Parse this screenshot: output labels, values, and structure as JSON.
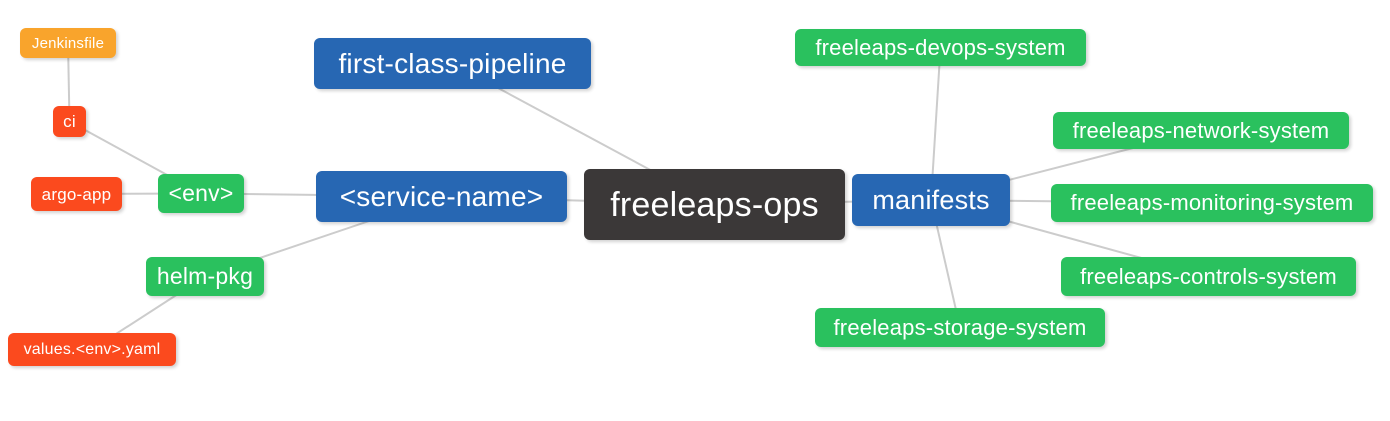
{
  "palette": {
    "blue": "#2767B3",
    "green": "#2AC15E",
    "orange": "#F9A42C",
    "red": "#FB4A1E",
    "dark": "#3B3838",
    "edge": "#CCCCCC",
    "node_text": "#FFFFFF",
    "background": "#FFFFFF"
  },
  "diagram": {
    "type": "mindmap",
    "root": "freeleaps-ops",
    "nodes": [
      {
        "id": "jenkinsfile",
        "label": "Jenkinsfile",
        "color": "orange"
      },
      {
        "id": "ci",
        "label": "ci",
        "color": "red"
      },
      {
        "id": "argo-app",
        "label": "argo-app",
        "color": "red"
      },
      {
        "id": "env",
        "label": "<env>",
        "color": "green"
      },
      {
        "id": "first-class-pipeline",
        "label": "first-class-pipeline",
        "color": "blue"
      },
      {
        "id": "service-name",
        "label": "<service-name>",
        "color": "blue"
      },
      {
        "id": "helm-pkg",
        "label": "helm-pkg",
        "color": "green"
      },
      {
        "id": "values-env-yaml",
        "label": "values.<env>.yaml",
        "color": "red"
      },
      {
        "id": "freeleaps-ops",
        "label": "freeleaps-ops",
        "color": "dark"
      },
      {
        "id": "manifests",
        "label": "manifests",
        "color": "blue"
      },
      {
        "id": "freeleaps-devops-system",
        "label": "freeleaps-devops-system",
        "color": "green"
      },
      {
        "id": "freeleaps-network-system",
        "label": "freeleaps-network-system",
        "color": "green"
      },
      {
        "id": "freeleaps-monitoring-system",
        "label": "freeleaps-monitoring-system",
        "color": "green"
      },
      {
        "id": "freeleaps-controls-system",
        "label": "freeleaps-controls-system",
        "color": "green"
      },
      {
        "id": "freeleaps-storage-system",
        "label": "freeleaps-storage-system",
        "color": "green"
      }
    ],
    "edges": [
      {
        "from": "jenkinsfile",
        "to": "ci"
      },
      {
        "from": "ci",
        "to": "env"
      },
      {
        "from": "argo-app",
        "to": "env"
      },
      {
        "from": "env",
        "to": "service-name"
      },
      {
        "from": "helm-pkg",
        "to": "service-name"
      },
      {
        "from": "values-env-yaml",
        "to": "helm-pkg"
      },
      {
        "from": "first-class-pipeline",
        "to": "freeleaps-ops"
      },
      {
        "from": "service-name",
        "to": "freeleaps-ops"
      },
      {
        "from": "freeleaps-ops",
        "to": "manifests"
      },
      {
        "from": "manifests",
        "to": "freeleaps-devops-system"
      },
      {
        "from": "manifests",
        "to": "freeleaps-network-system"
      },
      {
        "from": "manifests",
        "to": "freeleaps-monitoring-system"
      },
      {
        "from": "manifests",
        "to": "freeleaps-controls-system"
      },
      {
        "from": "manifests",
        "to": "freeleaps-storage-system"
      }
    ]
  }
}
